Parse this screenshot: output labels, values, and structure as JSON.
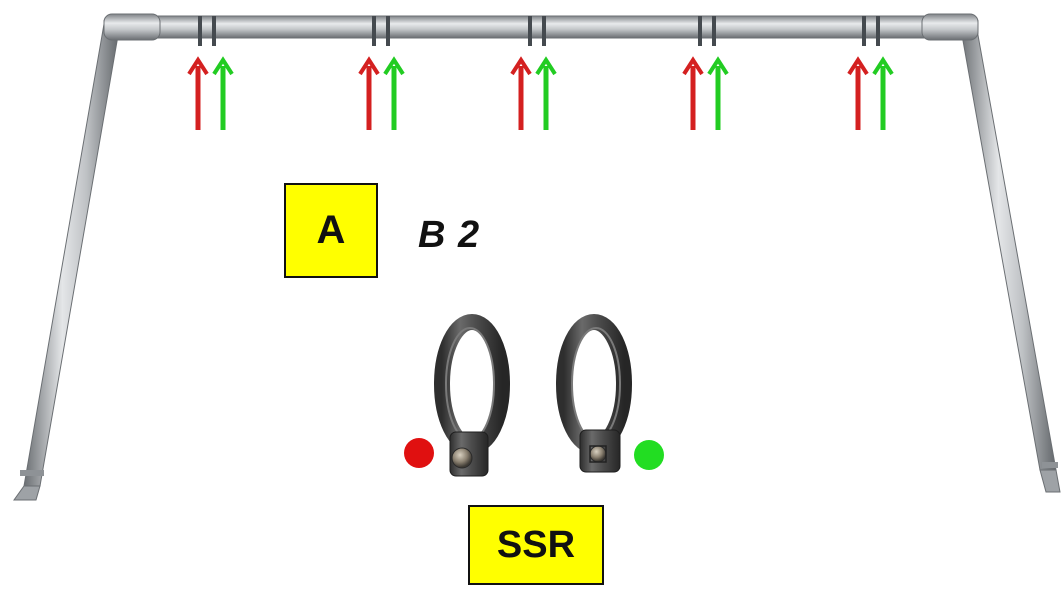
{
  "labels": {
    "a": "A",
    "b2": "B 2",
    "ssr": "SSR"
  },
  "arrows": {
    "pair_count": 5,
    "colors": {
      "up_left": "#d42020",
      "up_right": "#22cc22"
    }
  },
  "indicators": {
    "left_dot_color": "#e01010",
    "right_dot_color": "#22dd22"
  },
  "colors": {
    "label_fill": "#ffff00",
    "frame_tube": "#b8bcc0",
    "clamp": "#4a4a4a"
  }
}
